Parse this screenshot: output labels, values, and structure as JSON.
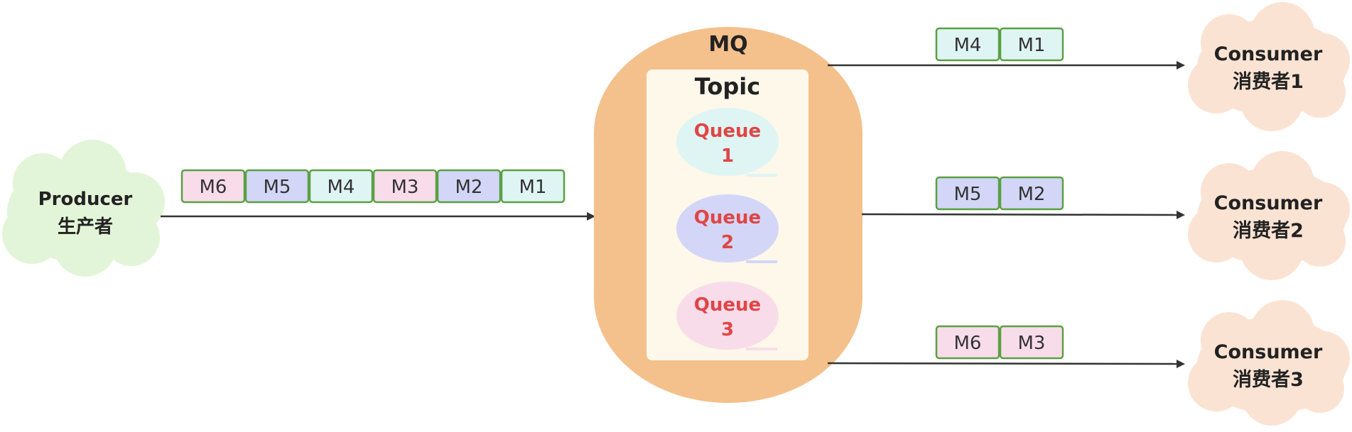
{
  "producer": {
    "line1": "Producer",
    "line2": "生产者"
  },
  "mq": {
    "title": "MQ",
    "topic": "Topic"
  },
  "queues": [
    {
      "line1": "Queue",
      "line2": "1",
      "color": "#dff5f3"
    },
    {
      "line1": "Queue",
      "line2": "2",
      "color": "#d3d6f7"
    },
    {
      "line1": "Queue",
      "line2": "3",
      "color": "#f9dcea"
    }
  ],
  "producer_messages": [
    "M6",
    "M5",
    "M4",
    "M3",
    "M2",
    "M1"
  ],
  "consumers": [
    {
      "line1": "Consumer",
      "line2": "消费者1",
      "messages": [
        "M4",
        "M1"
      ]
    },
    {
      "line1": "Consumer",
      "line2": "消费者2",
      "messages": [
        "M5",
        "M2"
      ]
    },
    {
      "line1": "Consumer",
      "line2": "消费者3",
      "messages": [
        "M6",
        "M3"
      ]
    }
  ],
  "colors": {
    "producer_cloud": "#e3f5d8",
    "consumer_cloud": "#fbe3d3",
    "mq_body": "#f4c08c",
    "topic_box": "#fdf8ea",
    "msg_border": "#5aa043",
    "msg_pink": "#f9dcea",
    "msg_purple": "#d3d6f7",
    "msg_cyan": "#dff5f3",
    "arrow": "#333333"
  }
}
